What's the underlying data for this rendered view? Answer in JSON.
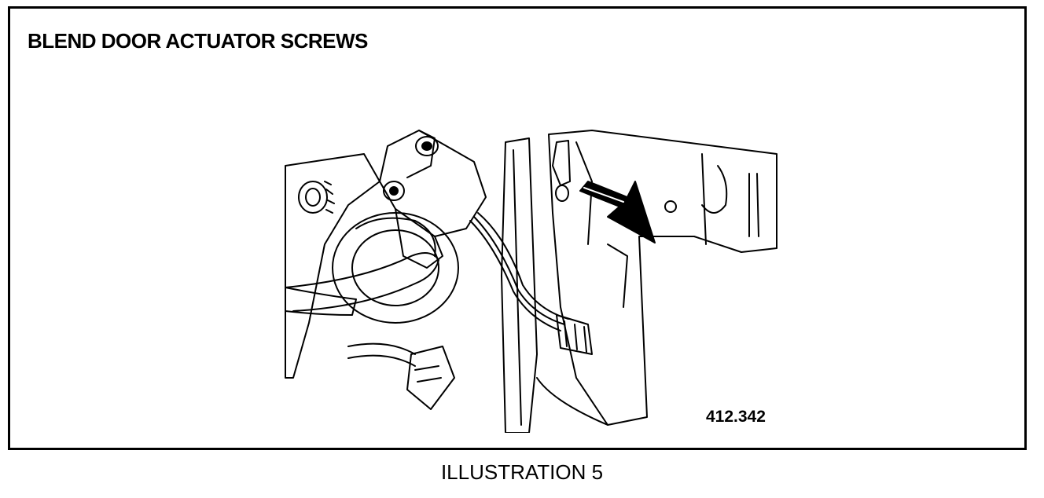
{
  "figure": {
    "title": "BLEND DOOR ACTUATOR SCREWS",
    "figure_number": "412.342",
    "caption": "ILLUSTRATION 5"
  }
}
